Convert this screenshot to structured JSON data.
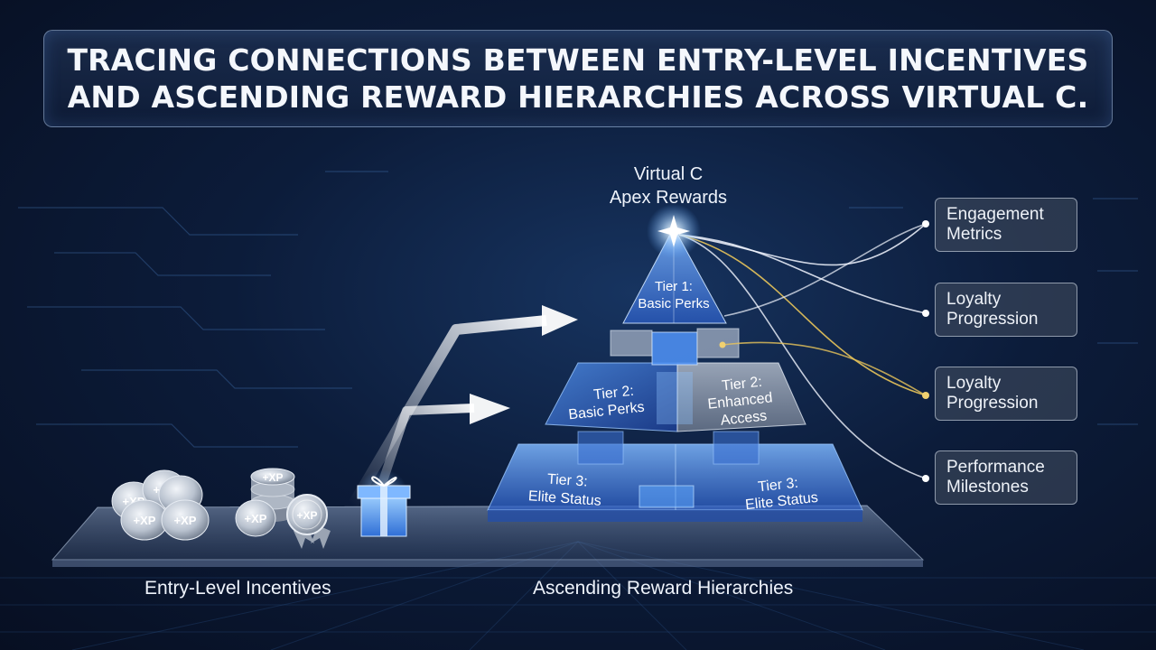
{
  "title": {
    "line1": "TRACING CONNECTIONS BETWEEN ENTRY-LEVEL INCENTIVES",
    "line2": "AND ASCENDING REWARD HIERARCHIES ACROSS VIRTUAL C."
  },
  "apex": {
    "line1": "Virtual C",
    "line2": "Apex Rewards"
  },
  "tiers": {
    "tier1": {
      "line1": "Tier 1:",
      "line2": "Basic Perks"
    },
    "tier2_left": {
      "line1": "Tier 2:",
      "line2": "Basic Perks"
    },
    "tier2_right": {
      "line1": "Tier 2:",
      "line2": "Enhanced",
      "line3": "Access"
    },
    "tier3_left": {
      "line1": "Tier 3:",
      "line2": "Elite Status"
    },
    "tier3_right": {
      "line1": "Tier 3:",
      "line2": "Elite Status"
    }
  },
  "side_boxes": [
    {
      "label": "Engagement\nMetrics"
    },
    {
      "label": "Loyalty\nProgression"
    },
    {
      "label": "Loyalty\nProgression"
    },
    {
      "label": "Performance\nMilestones"
    }
  ],
  "coins": {
    "label": "+XP"
  },
  "bottom_labels": {
    "left": "Entry-Level Incentives",
    "right": "Ascending Reward Hierarchies"
  },
  "colors": {
    "accent_blue": "#5fa8ff",
    "glow_white": "#eaf4ff",
    "gold_line": "#e8c45a",
    "silver": "#c9d1dc"
  }
}
